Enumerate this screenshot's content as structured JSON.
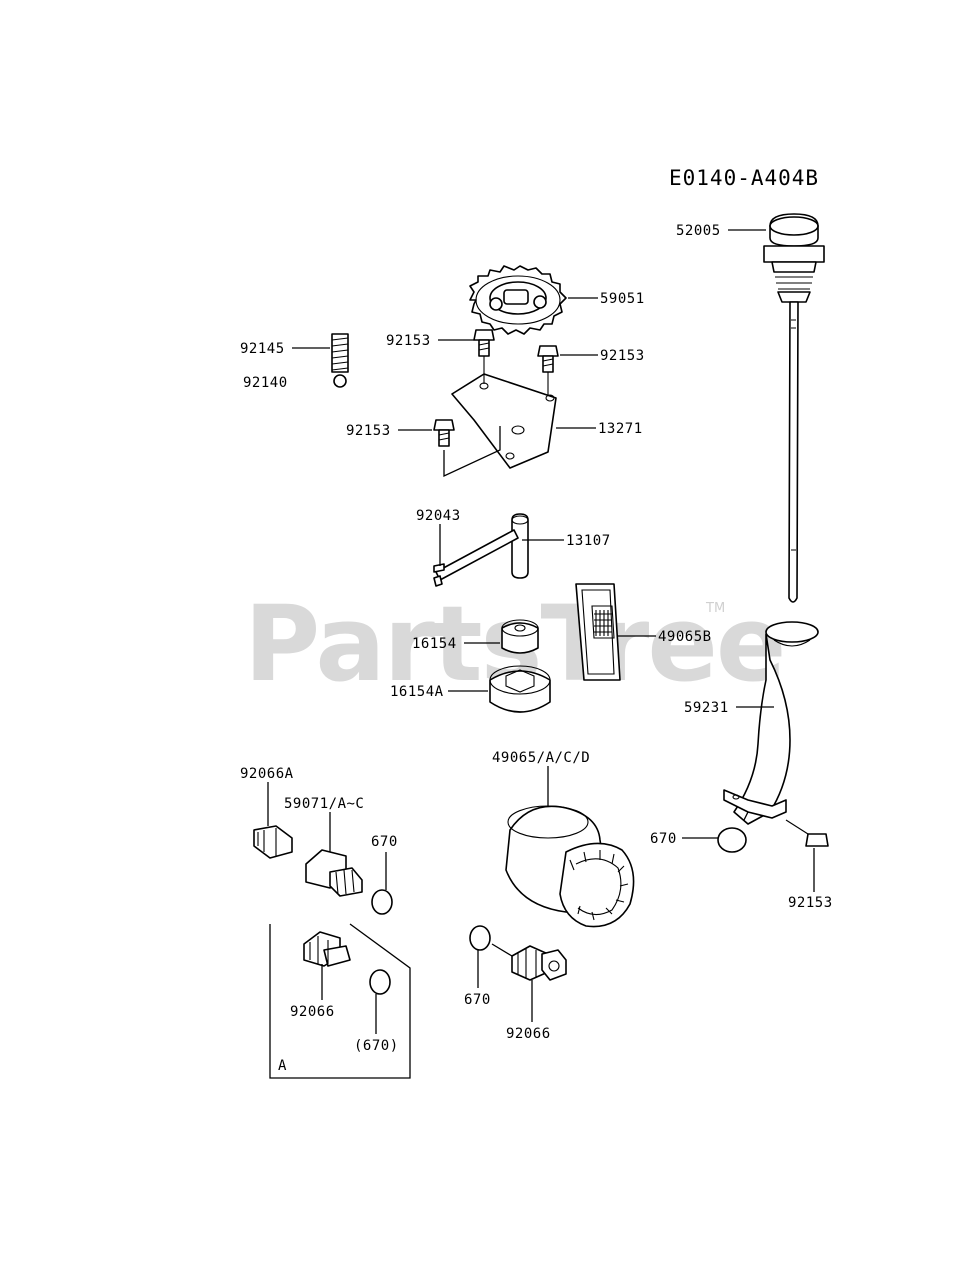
{
  "diagram": {
    "code": "E0140-A404B",
    "watermark": "PartsTree",
    "watermark_tm": "TM",
    "group_label": "A"
  },
  "labels": {
    "p52005": "52005",
    "p59051": "59051",
    "p92145": "92145",
    "p92140": "92140",
    "p92153_a": "92153",
    "p92153_b": "92153",
    "p92153_c": "92153",
    "p13271": "13271",
    "p92043": "92043",
    "p13107": "13107",
    "p16154": "16154",
    "p16154A": "16154A",
    "p49065B": "49065B",
    "p59231": "59231",
    "p92066A": "92066A",
    "p59071": "59071/A~C",
    "p670_a": "670",
    "p49065": "49065/A/C/D",
    "p670_b": "670",
    "p92153_d": "92153",
    "p92066_a": "92066",
    "p670_paren": "(670)",
    "p670_c": "670",
    "p92066_b": "92066"
  },
  "colors": {
    "line": "#000000",
    "watermark": "#d9d9d9",
    "background": "#ffffff"
  }
}
